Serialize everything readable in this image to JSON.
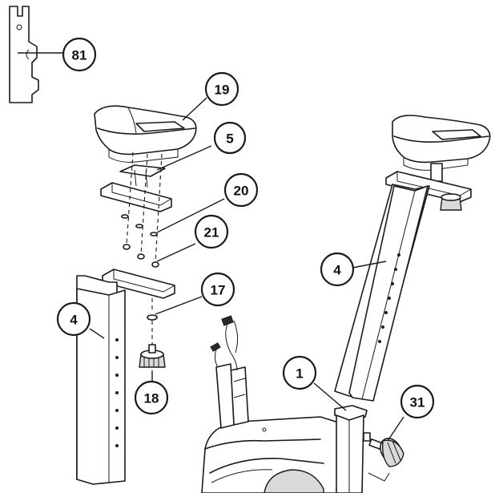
{
  "callouts": {
    "c81": "81",
    "c19": "19",
    "c5": "5",
    "c20": "20",
    "c21": "21",
    "c17": "17",
    "c4_left": "4",
    "c4_right": "4",
    "c18": "18",
    "c1": "1",
    "c31": "31"
  }
}
